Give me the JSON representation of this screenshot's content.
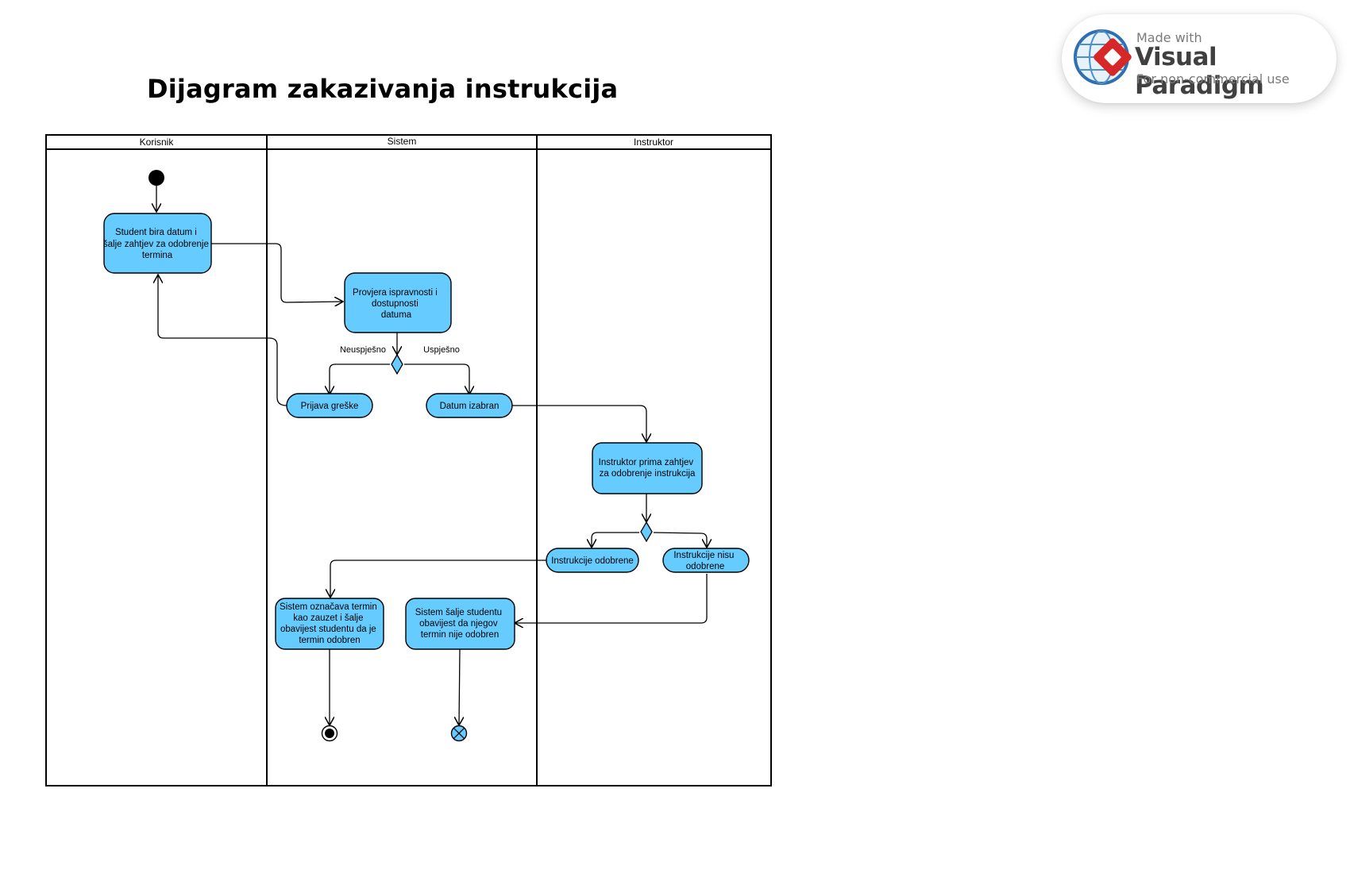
{
  "title": "Dijagram zakazivanja instrukcija",
  "watermark": {
    "made_with": "Made with",
    "brand": "Visual Paradigm",
    "note": "For non-commercial use"
  },
  "lanes": [
    {
      "id": "korisnik",
      "label": "Korisnik"
    },
    {
      "id": "sistem",
      "label": "Sistem"
    },
    {
      "id": "instruktor",
      "label": "Instruktor"
    }
  ],
  "nodes": {
    "student_request": {
      "lines": [
        "Student bira datum i",
        "šalje zahtjev za odobrenje",
        "termina"
      ]
    },
    "check_validity": {
      "lines": [
        "Provjera ispravnosti i",
        "dostupnosti",
        "datuma"
      ]
    },
    "error_report": {
      "lines": [
        "Prijava greške"
      ]
    },
    "date_selected": {
      "lines": [
        "Datum izabran"
      ]
    },
    "instructor_receives": {
      "lines": [
        "Instruktor prima zahtjev",
        "za odobrenje instrukcija"
      ]
    },
    "approved": {
      "lines": [
        "Instrukcije odobrene"
      ]
    },
    "not_approved": {
      "lines": [
        "Instrukcije nisu",
        "odobrene"
      ]
    },
    "mark_taken": {
      "lines": [
        "Sistem označava termin",
        "kao zauzet i šalje",
        "obavijest studentu da je",
        "termin odobren"
      ]
    },
    "notify_rejected": {
      "lines": [
        "Sistem šalje studentu",
        "obavijest da njegov",
        "termin nije odobren"
      ]
    }
  },
  "guards": {
    "failed": "Neuspješno",
    "success": "Uspješno"
  },
  "colors": {
    "activity_fill": "#66ccff",
    "stroke": "#000000",
    "background": "#ffffff"
  },
  "icons": {
    "initial": "filled-circle",
    "final": "bullseye",
    "flow_final": "crossed-circle",
    "decision": "diamond"
  }
}
